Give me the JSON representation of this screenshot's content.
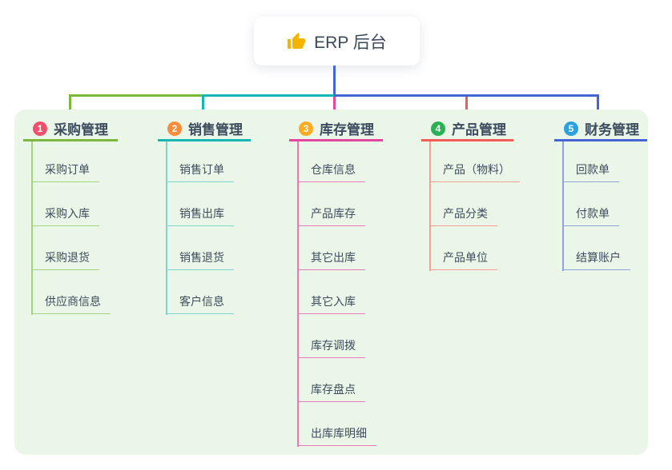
{
  "root": {
    "icon": "thumbs-up-icon",
    "title": "ERP 后台"
  },
  "colors": {
    "board_background": "#e9f6e8",
    "trunk_blue": "#4565d4",
    "text_dark": "#3d4b5f"
  },
  "branches": [
    {
      "badge": "1",
      "title": "采购管理",
      "line_color": "#7cb83e",
      "child_line_color": "#a6d37e",
      "badge_color": "#f0506b",
      "items": [
        "采购订单",
        "采购入库",
        "采购退货",
        "供应商信息"
      ]
    },
    {
      "badge": "2",
      "title": "销售管理",
      "line_color": "#14b7b2",
      "child_line_color": "#7fd4d0",
      "badge_color": "#fb8c3d",
      "items": [
        "销售订单",
        "销售出库",
        "销售退货",
        "客户信息"
      ]
    },
    {
      "badge": "3",
      "title": "库存管理",
      "line_color": "#e2479d",
      "child_line_color": "#ee79ba",
      "badge_color": "#ffab21",
      "items": [
        "仓库信息",
        "产品库存",
        "其它出库",
        "其它入库",
        "库存调拨",
        "库存盘点",
        "出库库明细"
      ]
    },
    {
      "badge": "4",
      "title": "产品管理",
      "line_color": "#f35b57",
      "child_line_color": "#f79d96",
      "badge_color": "#2ab153",
      "items": [
        "产品（物料）",
        "产品分类",
        "产品单位"
      ]
    },
    {
      "badge": "5",
      "title": "财务管理",
      "line_color": "#4565d4",
      "child_line_color": "#8ea3dc",
      "badge_color": "#2aa2df",
      "items": [
        "回款单",
        "付款单",
        "结算账户"
      ]
    }
  ]
}
